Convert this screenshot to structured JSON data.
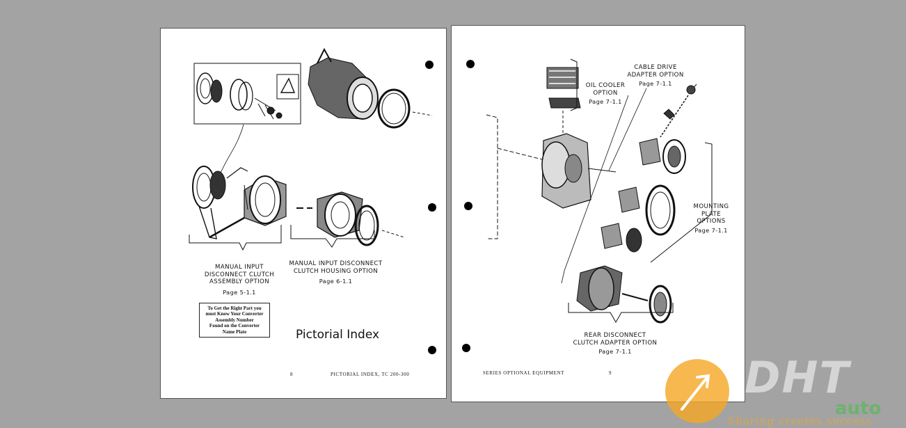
{
  "left_page": {
    "labels": {
      "clutch_assembly": {
        "line1": "MANUAL INPUT",
        "line2": "DISCONNECT CLUTCH",
        "line3": "ASSEMBLY OPTION",
        "page": "Page 5-1.1"
      },
      "clutch_housing": {
        "line1": "MANUAL INPUT DISCONNECT",
        "line2": "CLUTCH HOUSING OPTION",
        "page": "Page 6-1.1"
      }
    },
    "notice": {
      "line1": "To Get the Right Part you",
      "line2": "must Know Your Converter",
      "line3": "Assembly Number",
      "line4": "Found on the Converter",
      "line5": "Name Plate"
    },
    "title": "Pictorial Index",
    "footer_page_number": "8",
    "footer_text": "PICTORIAL INDEX, TC 200-300"
  },
  "right_page": {
    "labels": {
      "oil_cooler": {
        "line1": "OIL COOLER",
        "line2": "OPTION",
        "page": "Page 7-1.1"
      },
      "cable_drive": {
        "line1": "CABLE DRIVE",
        "line2": "ADAPTER OPTION",
        "page": "Page 7-1.1"
      },
      "mounting_plate": {
        "line1": "MOUNTING",
        "line2": "PLATE",
        "line3": "OPTIONS",
        "page": "Page 7-1.1"
      },
      "rear_disconnect": {
        "line1": "REAR DISCONNECT",
        "line2": "CLUTCH ADAPTER OPTION",
        "page": "Page 7-1.1"
      }
    },
    "footer_text": "SERIES OPTIONAL EQUIPMENT",
    "footer_page_number": "9"
  },
  "watermark": {
    "logo": "DHT",
    "brand": "auto",
    "tagline": "Sharing creates success"
  },
  "colors": {
    "background": "#a3a3a3",
    "logo_orange": "#f5a623",
    "logo_green": "#5cb85c"
  }
}
